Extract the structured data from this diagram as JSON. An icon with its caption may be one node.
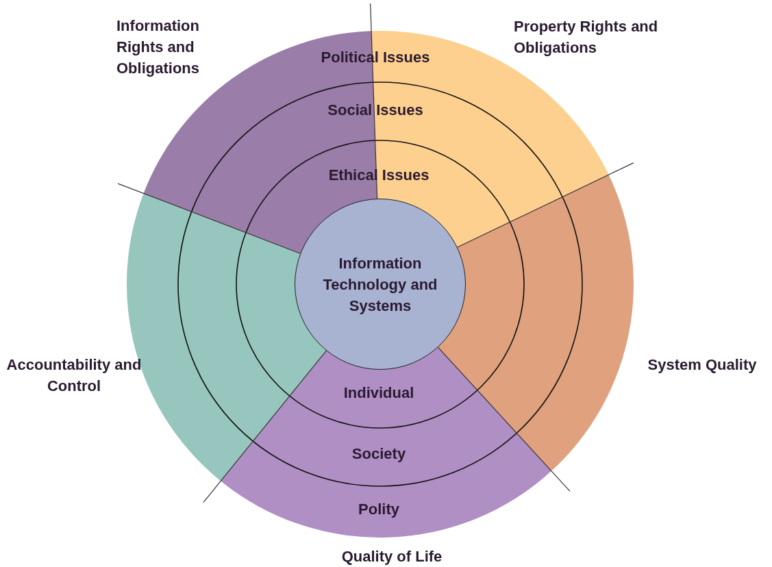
{
  "diagram": {
    "nodes": [
      {
        "text": [
          "Information Rights and Obligations"
        ]
      },
      {
        "text": [
          "Property Rights and Obligations"
        ]
      },
      {
        "text": [
          "Information Technology and Systems"
        ]
      },
      {
        "text": [
          "System Quality"
        ]
      },
      {
        "text": [
          "Accountability and Control"
        ]
      },
      {
        "text": [
          "Quality of Life"
        ]
      }
    ],
    "labels": [
      "Political Issues",
      "Social Issues",
      "Ethical Issues",
      "Individual",
      "Society",
      "Polity"
    ]
  }
}
